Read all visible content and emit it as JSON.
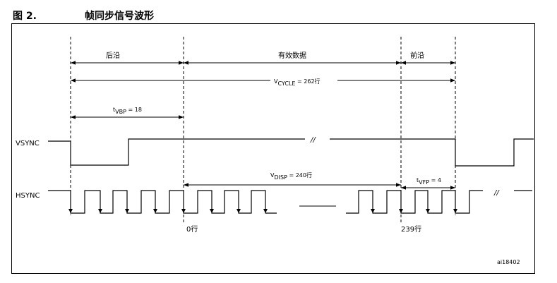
{
  "figure": {
    "number": "图 2.",
    "title": "帧同步信号波形",
    "id_code": "ai18402"
  },
  "periods": {
    "back_porch": "后沿",
    "active_data": "有效数据",
    "front_porch": "前沿"
  },
  "timings": {
    "v_cycle": {
      "sym": "V",
      "sub": "CYCLE",
      "val": " = 262行"
    },
    "t_vbp": {
      "sym": "t",
      "sub": "VBP",
      "val": " = 18"
    },
    "v_disp": {
      "sym": "V",
      "sub": "DISP",
      "val": "  = 240行"
    },
    "t_vfp": {
      "sym": "t",
      "sub": "VFP",
      "val": " = 4"
    }
  },
  "signals": {
    "vsync": "VSYNC",
    "hsync": "HSYNC"
  },
  "markers": {
    "line_start": "0行",
    "line_end": "239行",
    "break": "//"
  }
}
